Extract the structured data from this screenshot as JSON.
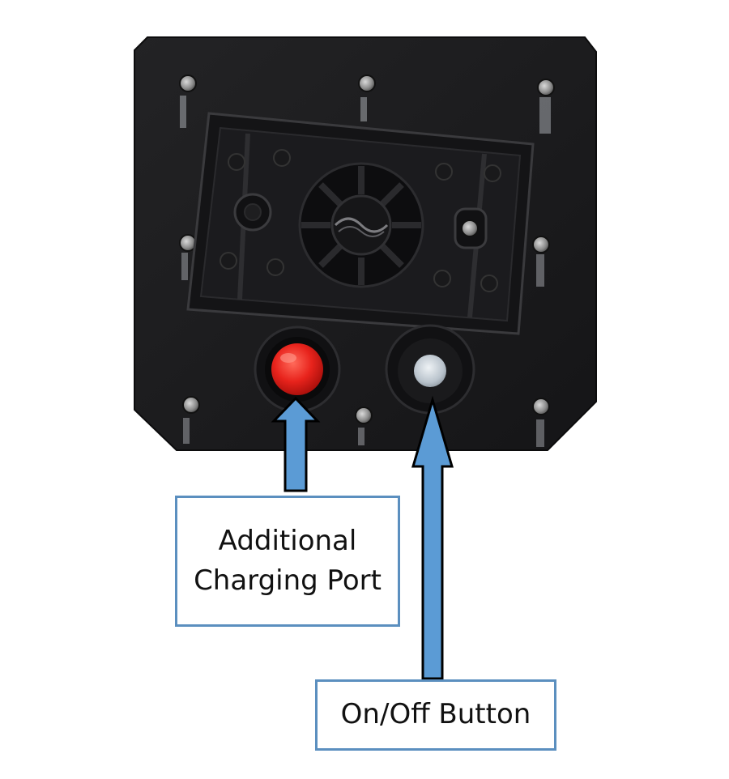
{
  "image": {
    "subject": "black-plastic-device-back-panel",
    "colors": {
      "panel": "#1c1c1e",
      "charging_port": "#e8231c",
      "onoff_button": "#b9c3cc",
      "arrow_fill": "#5b9bd5",
      "arrow_outline": "#000000",
      "callout_border": "#5b8fbf"
    }
  },
  "callouts": {
    "charging_port": {
      "line1": "Additional",
      "line2": "Charging Port"
    },
    "onoff_button": {
      "label": "On/Off Button"
    }
  }
}
